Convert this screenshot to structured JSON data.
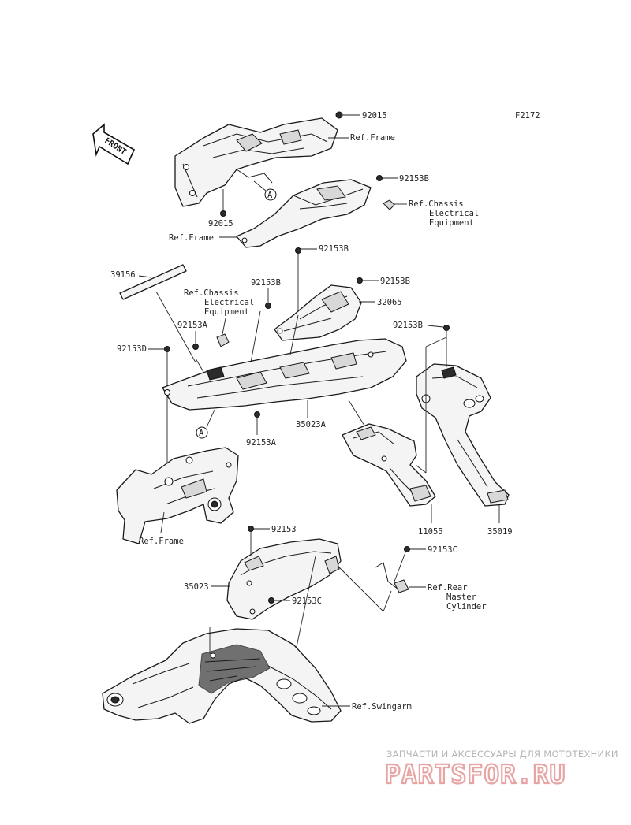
{
  "diagram": {
    "code": "F2172",
    "front_label": "FRONT",
    "circle_label": "A",
    "parts": {
      "p92015_top": "92015",
      "ref_frame_top": "Ref.Frame",
      "p92153b_tr": "92153B",
      "p92015_left": "92015",
      "ref_frame_left": "Ref.Frame",
      "p92153b_mid": "92153B",
      "p39156": "39156",
      "p92153b_center": "92153B",
      "p92153b_right": "92153B",
      "p32065": "32065",
      "p92153a_left": "92153A",
      "p92153d": "92153D",
      "p92153b_far": "92153B",
      "p35023a": "35023A",
      "p92153a_bottom": "92153A",
      "p11055": "11055",
      "p35019": "35019",
      "ref_frame_bottom": "Ref.Frame",
      "p92153": "92153",
      "p92153c_right": "92153C",
      "p35023": "35023",
      "p92153c_left": "92153C",
      "ref_swingarm": "Ref.Swingarm"
    },
    "ref_chassis_top": [
      "Ref.Chassis",
      "Electrical",
      "Equipment"
    ],
    "ref_chassis_left": [
      "Ref.Chassis",
      "Electrical",
      "Equipment"
    ],
    "ref_rear_master": [
      "Ref.Rear",
      "Master",
      "Cylinder"
    ]
  },
  "watermark": {
    "caption": "ЗАПЧАСТИ И АКСЕССУАРЫ ДЛЯ МОТОТЕХНИКИ",
    "logo_text": "PARTSFOR.RU"
  }
}
